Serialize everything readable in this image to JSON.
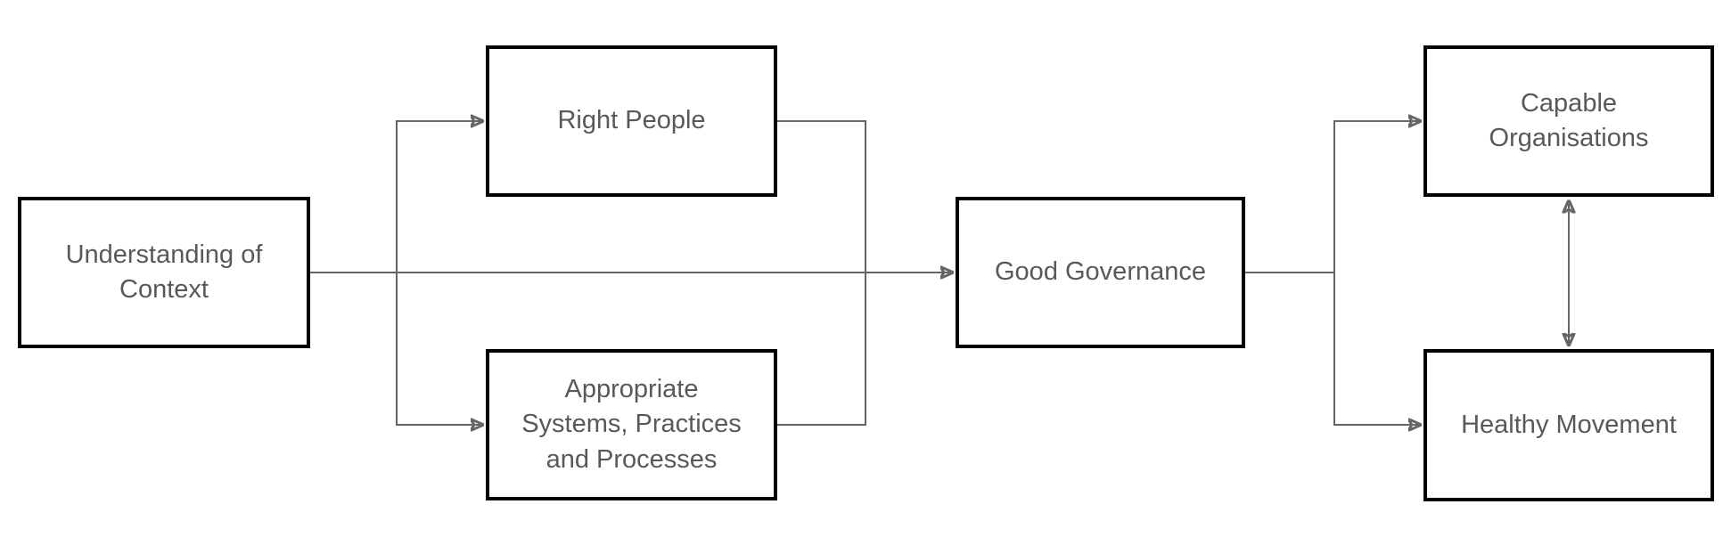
{
  "diagram": {
    "colors": {
      "box_border": "#000000",
      "box_fill": "#ffffff",
      "text": "#595959",
      "connector": "#666666",
      "background": "#ffffff"
    },
    "boxes": [
      {
        "id": "understanding-of-context",
        "label": "Understanding of\nContext"
      },
      {
        "id": "right-people",
        "label": "Right People"
      },
      {
        "id": "appropriate-systems-practices-and-processes",
        "label": "Appropriate\nSystems, Practices\nand Processes"
      },
      {
        "id": "good-governance",
        "label": "Good Governance"
      },
      {
        "id": "capable-organisations",
        "label": "Capable\nOrganisations"
      },
      {
        "id": "healthy-movement",
        "label": "Healthy Movement"
      }
    ],
    "connections": [
      {
        "from": "understanding-of-context",
        "to": "right-people",
        "style": "arrow"
      },
      {
        "from": "understanding-of-context",
        "to": "appropriate-systems-practices-and-processes",
        "style": "arrow"
      },
      {
        "from": "understanding-of-context",
        "to": "good-governance",
        "style": "arrow"
      },
      {
        "from": "right-people",
        "to": "good-governance",
        "style": "merge-into-main-line"
      },
      {
        "from": "appropriate-systems-practices-and-processes",
        "to": "good-governance",
        "style": "merge-into-main-line"
      },
      {
        "from": "good-governance",
        "to": "capable-organisations",
        "style": "arrow"
      },
      {
        "from": "good-governance",
        "to": "healthy-movement",
        "style": "arrow"
      },
      {
        "from": "capable-organisations",
        "to": "healthy-movement",
        "style": "double-arrow"
      }
    ]
  }
}
